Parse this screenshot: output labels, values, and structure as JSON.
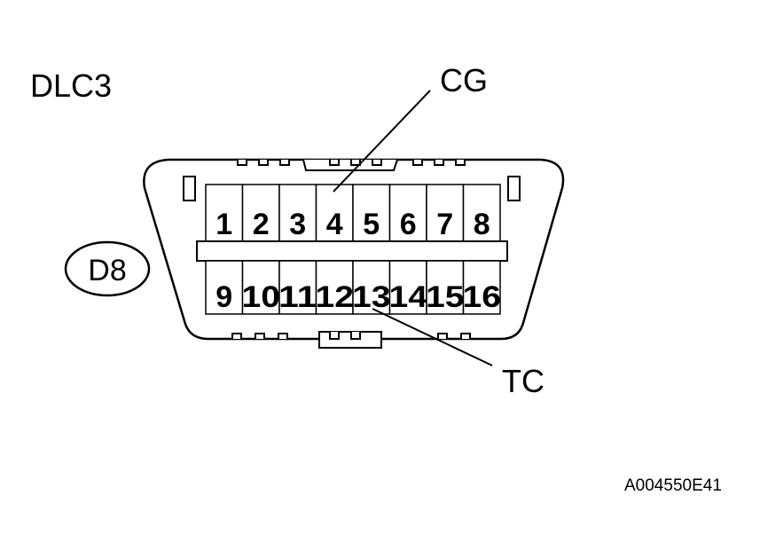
{
  "title": "DLC3",
  "connector_id": "D8",
  "labels": {
    "cg": "CG",
    "tc": "TC"
  },
  "top_pins": [
    "1",
    "2",
    "3",
    "4",
    "5",
    "6",
    "7",
    "8"
  ],
  "bottom_pins": [
    "9",
    "10",
    "11",
    "12",
    "13",
    "14",
    "15",
    "16"
  ],
  "figure_code": "A004550E41"
}
